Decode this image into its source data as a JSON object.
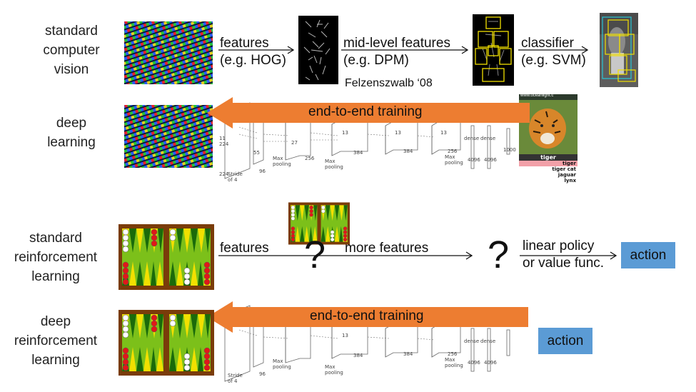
{
  "rows": {
    "cv_standard": [
      "standard",
      "computer",
      "vision"
    ],
    "cv_deep": [
      "deep",
      "learning"
    ],
    "rl_standard": [
      "standard",
      "reinforcement",
      "learning"
    ],
    "rl_deep": [
      "deep",
      "reinforcement",
      "learning"
    ]
  },
  "cv_pipeline": {
    "step1": [
      "features",
      "(e.g. HOG)"
    ],
    "step2": [
      "mid-level features",
      "(e.g. DPM)"
    ],
    "step3": [
      "classifier",
      "(e.g. SVM)"
    ],
    "citation": "Felzenszwalb ‘08"
  },
  "banners": {
    "cv": "end-to-end training",
    "rl": "end-to-end training"
  },
  "rl_pipeline": {
    "features": "features",
    "more_features": "more features",
    "policy": [
      "linear policy",
      "or value func."
    ],
    "question": "?"
  },
  "action": {
    "standard": "action",
    "deep": "action"
  },
  "classifier_output": {
    "header": "tiger",
    "rows": [
      "tiger",
      "tiger cat",
      "jaguar",
      "lynx"
    ],
    "image_caption": "www.oceanlight.c"
  },
  "network_labels": {
    "stride": "Stride\nof 4",
    "max_pooling": "Max\npooling",
    "dense": "dense",
    "n11": "11",
    "n224": "224",
    "n55": "55",
    "n27": "27",
    "n13": "13",
    "n96": "96",
    "n256": "256",
    "n384": "384",
    "n4096": "4096",
    "n1000": "1000"
  },
  "colors": {
    "banner": "#ed7d31",
    "action_box": "#5b9bd5",
    "backgammon_wood": "#7a3c0a",
    "backgammon_field": "#7cc01a",
    "detection_yellow": "#f2e000"
  }
}
